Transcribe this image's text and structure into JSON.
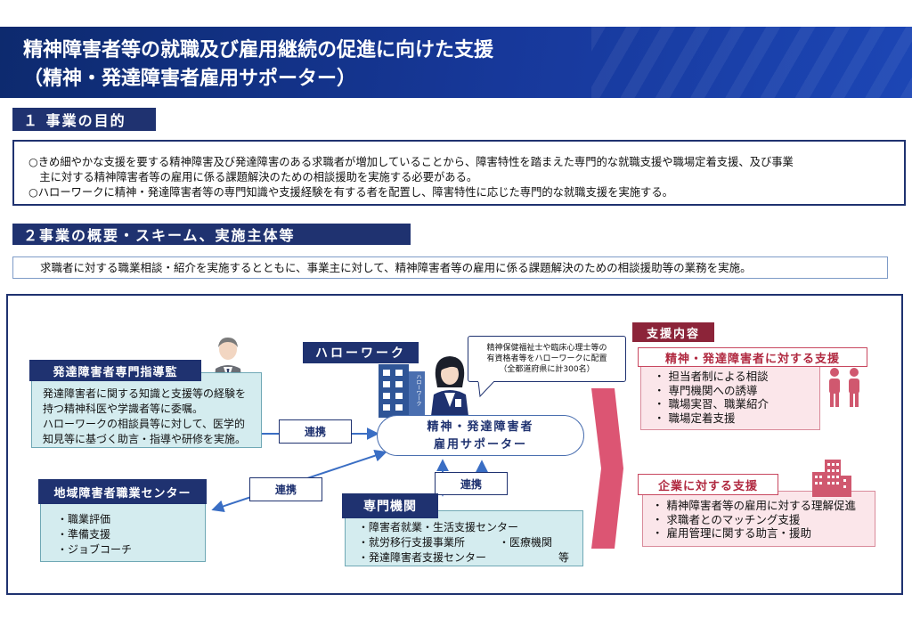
{
  "title": {
    "line1": "精神障害者等の就職及び雇用継続の促進に向けた支援",
    "line2": "（精神・発達障害者雇用サポーター）"
  },
  "section1": {
    "heading": "１ 事業の目的",
    "lines": [
      "○きめ細やかな支援を要する精神障害及び発達障害のある求職者が増加していることから、障害特性を踏まえた専門的な就職支援や職場定着支援、及び事業",
      "　主に対する精神障害者等の雇用に係る課題解決のための相談援助を実施する必要がある。",
      "○ハローワークに精神・発達障害者等の専門知識や支援経験を有する者を配置し、障害特性に応じた専門的な就職支援を実施する。"
    ]
  },
  "section2": {
    "heading": "２事業の概要・スキーム、実施主体等",
    "summary": "求職者に対する職業相談・紹介を実施するとともに、事業主に対して、精神障害者等の雇用に係る課題解決のための相談援助等の業務を実施。"
  },
  "scheme": {
    "supervisor": {
      "label": "発達障害者専門指導監",
      "lines": [
        "発達障害者に関する知識と支援等の経験を",
        "持つ精神科医や学識者等に委嘱。",
        "ハローワークの相談員等に対して、医学的",
        "知見等に基づく助言・指導や研修を実施。"
      ]
    },
    "hellowork": {
      "label": "ハローワーク",
      "building_sign": "ハローワーク"
    },
    "note": {
      "lines": [
        "精神保健福祉士や臨床心理士等の",
        "有資格者等をハローワークに配置",
        "（全都道府県に計300名）"
      ]
    },
    "supporter": {
      "line1": "精神・発達障害者",
      "line2": "雇用サポーター"
    },
    "regional_center": {
      "label": "地域障害者職業センター",
      "items": [
        "・職業評価",
        "・準備支援",
        "・ジョブコーチ"
      ]
    },
    "institutions": {
      "label": "専門機関",
      "lines": [
        "・障害者就業・生活支援センター",
        "・就労移行支援事業所",
        "・発達障害者支援センター"
      ],
      "medical": "・医療機関",
      "etc": "等"
    },
    "renkei": [
      "連携",
      "連携",
      "連携"
    ],
    "support": {
      "heading": "支援内容",
      "individual": {
        "label": "精神・発達障害者に対する支援",
        "items": [
          "・ 担当者制による相談",
          "・ 専門機関への誘導",
          "・ 職場実習、職業紹介",
          "・ 職場定着支援"
        ]
      },
      "company": {
        "label": "企業に対する支援",
        "items": [
          "・ 精神障害者等の雇用に対する理解促進",
          "・ 求職者とのマッチング支援",
          "・ 雇用管理に関する助言・援助"
        ]
      }
    }
  },
  "colors": {
    "navy": "#1f3270",
    "banner": "#17389a",
    "teal": "#d4ecef",
    "pink": "#fbe6ea",
    "crimson": "#c8475f",
    "maroon": "#8c2439",
    "arrow_blue": "#3a6ec4"
  },
  "icons": [
    "businessman-icon",
    "building-icon",
    "woman-supporter-icon",
    "people-pair-icon",
    "company-building-icon",
    "chevron-arrow-icon"
  ]
}
